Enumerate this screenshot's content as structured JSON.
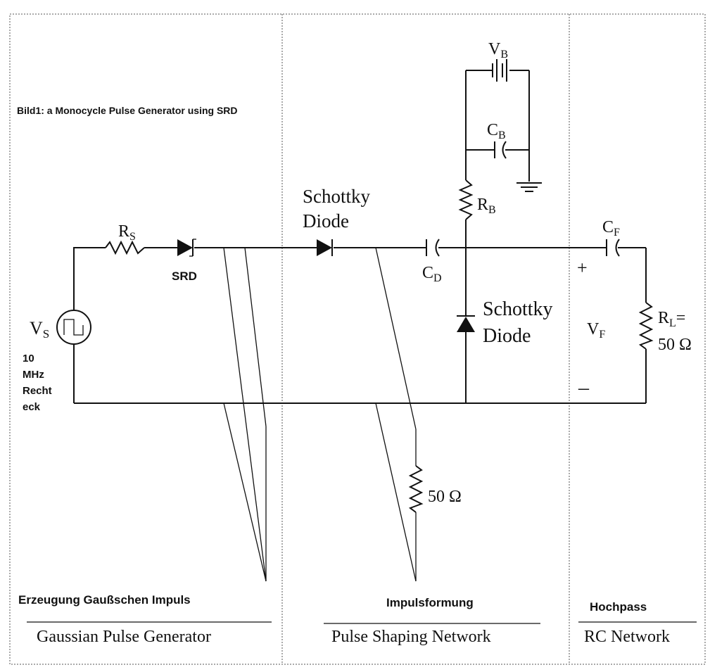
{
  "caption": "Bild1: a Monocycle Pulse Generator using  SRD",
  "components": {
    "rs": {
      "main": "R",
      "sub": "S"
    },
    "srd": "SRD",
    "vs": {
      "main": "V",
      "sub": "S"
    },
    "source_freq": [
      "10",
      "MHz",
      "Recht",
      "eck"
    ],
    "schottky1": [
      "Schottky",
      "Diode"
    ],
    "cd": {
      "main": "C",
      "sub": "D"
    },
    "vb": {
      "main": "V",
      "sub": "B"
    },
    "cb": {
      "main": "C",
      "sub": "B"
    },
    "rb": {
      "main": "R",
      "sub": "B"
    },
    "schottky2": [
      "Schottky",
      "Diode"
    ],
    "cf": {
      "main": "C",
      "sub": "F"
    },
    "vf": {
      "main": "V",
      "sub": "F"
    },
    "plus": "+",
    "minus": "–",
    "rl": {
      "main": "R",
      "sub": "L",
      "suffix": "=",
      "value": "50 Ω"
    },
    "r50": "50 Ω"
  },
  "sections": [
    {
      "german": "Erzeugung  Gaußschen Impuls",
      "english": "Gaussian Pulse Generator"
    },
    {
      "german": "Impulsformung",
      "english": "Pulse Shaping Network"
    },
    {
      "german": "Hochpass",
      "english": "RC Network"
    }
  ]
}
